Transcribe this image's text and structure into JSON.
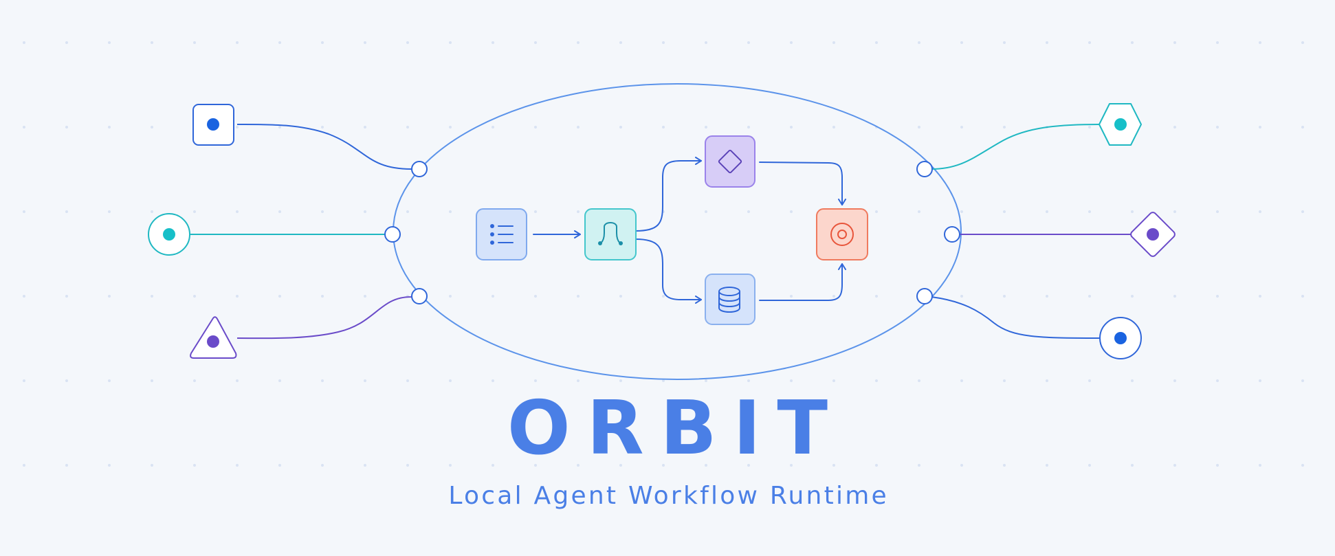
{
  "brand": {
    "title": "ORBIT",
    "subtitle": "Local Agent Workflow Runtime"
  },
  "colors": {
    "background": "#f4f7fb",
    "brand_blue": "#4a7fe6",
    "orbit_line": "#5b93ea",
    "blue": "#2f66d9",
    "teal": "#1fb8c2",
    "purple": "#6a4bc9",
    "coral": "#f0694f"
  },
  "workflow_nodes": [
    {
      "id": "list",
      "icon": "list-icon",
      "color": "#4a86e8"
    },
    {
      "id": "router",
      "icon": "branch-icon",
      "color": "#23b4bf"
    },
    {
      "id": "decision",
      "icon": "diamond-icon",
      "color": "#7b5ee0"
    },
    {
      "id": "storage",
      "icon": "database-icon",
      "color": "#5a8be6"
    },
    {
      "id": "output",
      "icon": "target-icon",
      "color": "#ee6a4f"
    }
  ],
  "satellites": [
    {
      "side": "left",
      "icon": "square-dot-icon"
    },
    {
      "side": "left",
      "icon": "circle-dot-icon"
    },
    {
      "side": "left",
      "icon": "triangle-dot-icon"
    },
    {
      "side": "right",
      "icon": "hexagon-dot-icon"
    },
    {
      "side": "right",
      "icon": "diamond-dot-icon"
    },
    {
      "side": "right",
      "icon": "circle-dot-icon"
    }
  ]
}
